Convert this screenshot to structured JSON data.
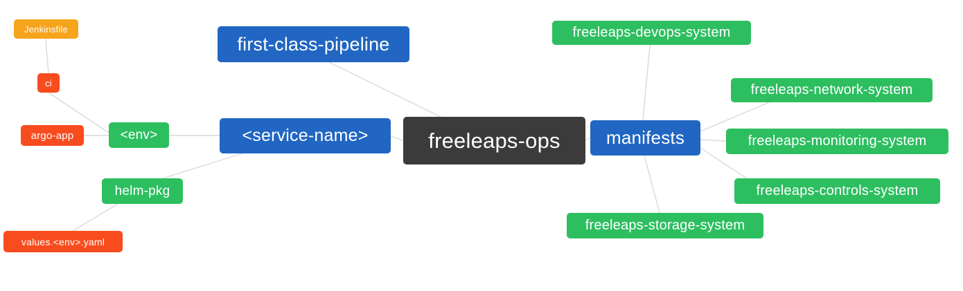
{
  "diagram": {
    "type": "mindmap",
    "root_label": "freeleaps-ops",
    "nodes": {
      "root": {
        "label": "freeleaps-ops"
      },
      "first_class_pipeline": {
        "label": "first-class-pipeline"
      },
      "service_name": {
        "label": "<service-name>"
      },
      "manifests": {
        "label": "manifests"
      },
      "env": {
        "label": "<env>"
      },
      "helm_pkg": {
        "label": "helm-pkg"
      },
      "ci": {
        "label": "ci"
      },
      "argo_app": {
        "label": "argo-app"
      },
      "jenkinsfile": {
        "label": "Jenkinsfile"
      },
      "values_env_yaml": {
        "label": "values.<env>.yaml"
      },
      "devops_system": {
        "label": "freeleaps-devops-system"
      },
      "network_system": {
        "label": "freeleaps-network-system"
      },
      "monitoring_system": {
        "label": "freeleaps-monitoring-system"
      },
      "controls_system": {
        "label": "freeleaps-controls-system"
      },
      "storage_system": {
        "label": "freeleaps-storage-system"
      }
    },
    "edges": [
      {
        "from": "jenkinsfile",
        "to": "ci"
      },
      {
        "from": "ci",
        "to": "env"
      },
      {
        "from": "argo_app",
        "to": "env"
      },
      {
        "from": "env",
        "to": "service_name"
      },
      {
        "from": "first_class_pipeline",
        "to": "root"
      },
      {
        "from": "service_name",
        "to": "root"
      },
      {
        "from": "root",
        "to": "manifests"
      },
      {
        "from": "service_name",
        "to": "helm_pkg"
      },
      {
        "from": "helm_pkg",
        "to": "values_env_yaml"
      },
      {
        "from": "manifests",
        "to": "devops_system"
      },
      {
        "from": "manifests",
        "to": "network_system"
      },
      {
        "from": "manifests",
        "to": "monitoring_system"
      },
      {
        "from": "manifests",
        "to": "controls_system"
      },
      {
        "from": "manifests",
        "to": "storage_system"
      }
    ],
    "colors": {
      "root_bg": "#3b3b3b",
      "blue": "#2166c2",
      "green": "#2dbe60",
      "orange": "#f6a41c",
      "red_orange": "#f84c1e",
      "edge": "#d9d9d9",
      "text": "#ffffff"
    }
  }
}
